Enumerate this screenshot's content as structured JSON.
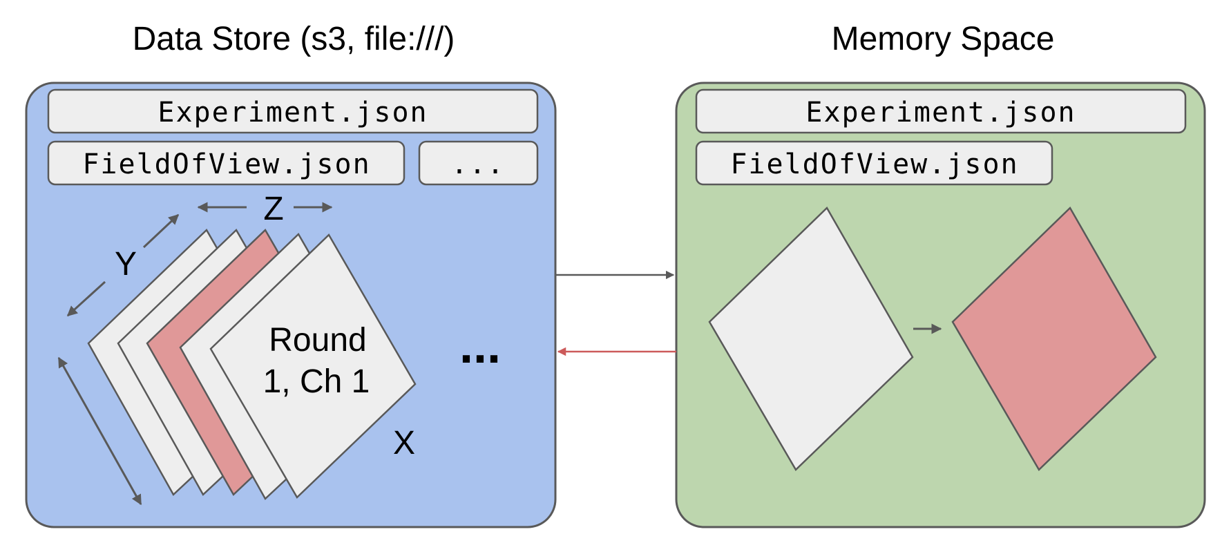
{
  "colors": {
    "store_fill": "#a9c2ee",
    "memory_fill": "#bdd6ae",
    "file_fill": "#eeeeee",
    "highlight_fill": "#e09898",
    "outline": "#595959",
    "red_arrow": "#cc5a5a"
  },
  "store": {
    "title": "Data Store (s3, file:///)",
    "experiment_file": "Experiment.json",
    "fov_file": "FieldOfView.json",
    "more_files": "...",
    "axis_z": "Z",
    "axis_y": "Y",
    "axis_x": "X",
    "tile_label_line1": "Round",
    "tile_label_line2": "1, Ch 1",
    "more_fovs": "..."
  },
  "memory": {
    "title": "Memory Space",
    "experiment_file": "Experiment.json",
    "fov_file": "FieldOfView.json"
  }
}
